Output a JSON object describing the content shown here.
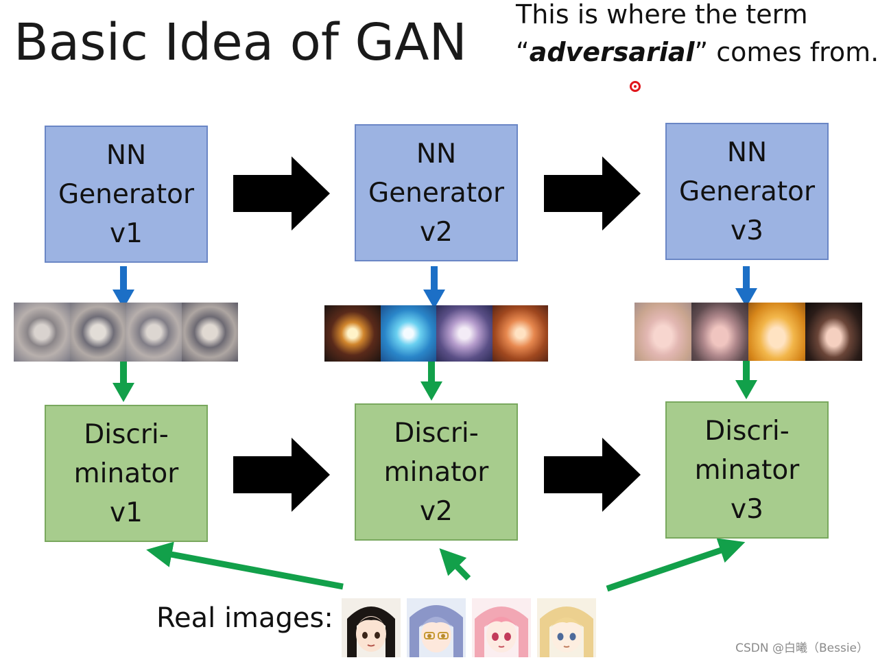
{
  "title": "Basic Idea of GAN",
  "note": {
    "line1": "This is where the term",
    "line2_open": "“",
    "line2_emph": "adversarial",
    "line2_close": "” comes from."
  },
  "generators": [
    {
      "line1": "NN",
      "line2": "Generator",
      "line3": "v1"
    },
    {
      "line1": "NN",
      "line2": "Generator",
      "line3": "v2"
    },
    {
      "line1": "NN",
      "line2": "Generator",
      "line3": "v3"
    }
  ],
  "discriminators": [
    {
      "line1": "Discri-",
      "line2": "minator",
      "line3": "v1"
    },
    {
      "line1": "Discri-",
      "line2": "minator",
      "line3": "v2"
    },
    {
      "line1": "Discri-",
      "line2": "minator",
      "line3": "v3"
    }
  ],
  "real_images_label": "Real images:",
  "watermark": "CSDN @白曦（Bessie）",
  "colors": {
    "generator_fill": "#9cb3e2",
    "discriminator_fill": "#a7cc8d",
    "down_arrow_blue": "#1c6fc6",
    "down_arrow_green": "#12a04a",
    "real_arrow_green": "#12a04a",
    "progress_arrow": "#000000"
  }
}
